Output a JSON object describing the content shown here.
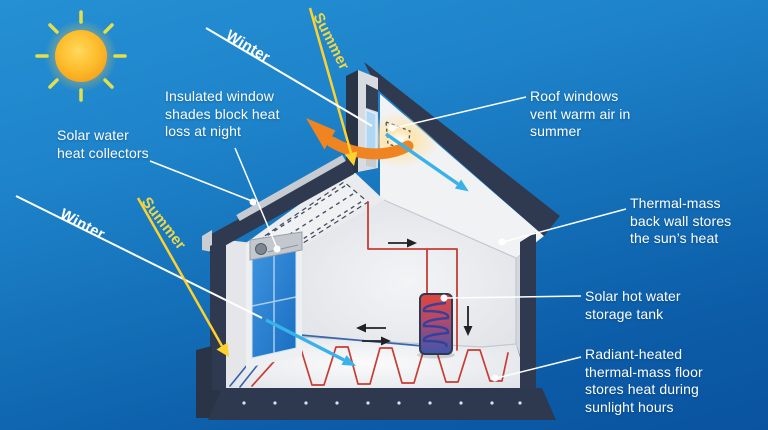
{
  "callouts": [
    {
      "id": "solar-water-heat-collectors",
      "lines": [
        "Solar water",
        "heat collectors"
      ]
    },
    {
      "id": "insulated-window-shades",
      "lines": [
        "Insulated window",
        "shades block heat",
        "loss at night"
      ]
    },
    {
      "id": "roof-windows",
      "lines": [
        "Roof windows",
        "vent warm air in",
        "summer"
      ]
    },
    {
      "id": "thermal-mass-back-wall",
      "lines": [
        "Thermal-mass",
        "back wall stores",
        "the sun’s heat"
      ]
    },
    {
      "id": "solar-hot-water-tank",
      "lines": [
        "Solar hot water",
        "storage tank"
      ]
    },
    {
      "id": "radiant-floor",
      "lines": [
        "Radiant-heated",
        "thermal-mass floor",
        "stores heat during",
        "sunlight hours"
      ]
    }
  ],
  "sun_paths": {
    "winter_top": "Winter",
    "summer_top": "Summer",
    "winter_bottom": "Winter",
    "summer_bottom": "Summer"
  },
  "icons": {
    "sun": "sun-icon"
  },
  "colors": {
    "background_top": "#2590d4",
    "background_bottom": "#0a53a0",
    "roof_navy": "#2f3a50",
    "wall_gray": "#e8eaed",
    "summer_yellow": "#ffd12e",
    "summer_text": "#ebd749",
    "winter_white": "#ffffff",
    "vent_orange": "#f08421",
    "daylight_blue": "#39b1ea",
    "pipe_red": "#c63d36",
    "pipe_blue": "#3a66ae"
  }
}
